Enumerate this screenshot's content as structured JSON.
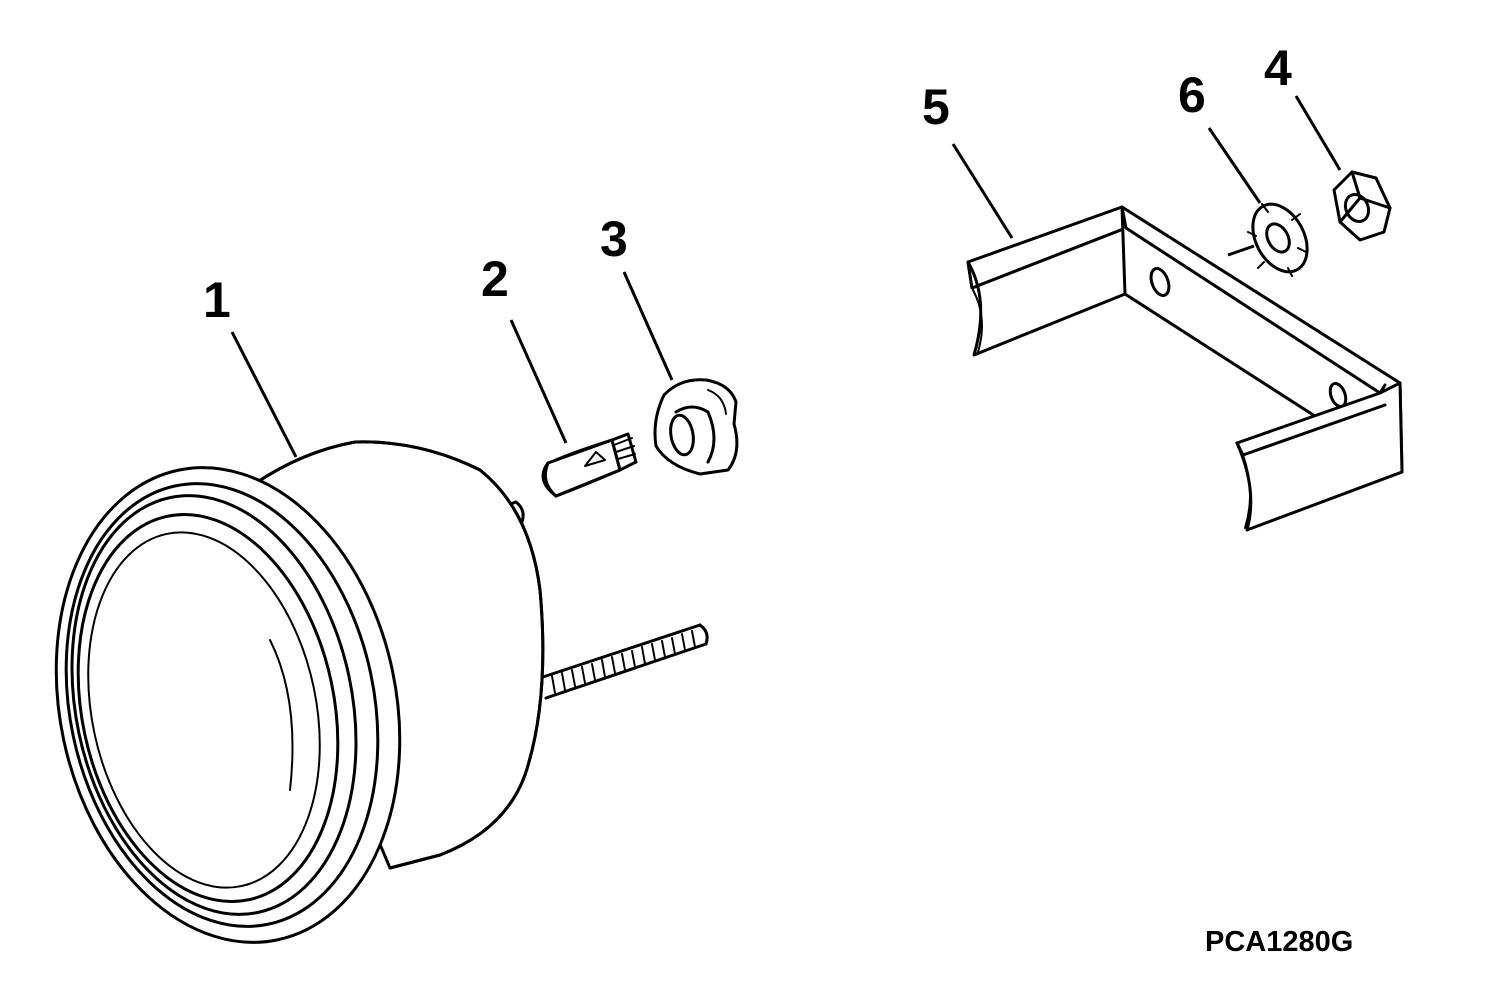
{
  "callouts": {
    "c1": "1",
    "c2": "2",
    "c3": "3",
    "c4": "4",
    "c5": "5",
    "c6": "6"
  },
  "drawing_code": "PCA1280G",
  "parts": {
    "p1": "gauge-body-icon",
    "p2": "bulb-icon",
    "p3": "bulb-socket-icon",
    "p4": "hex-nut-icon",
    "p5": "mounting-bracket-icon",
    "p6": "lock-washer-icon"
  },
  "colors": {
    "line": "#000000",
    "background": "#ffffff"
  }
}
